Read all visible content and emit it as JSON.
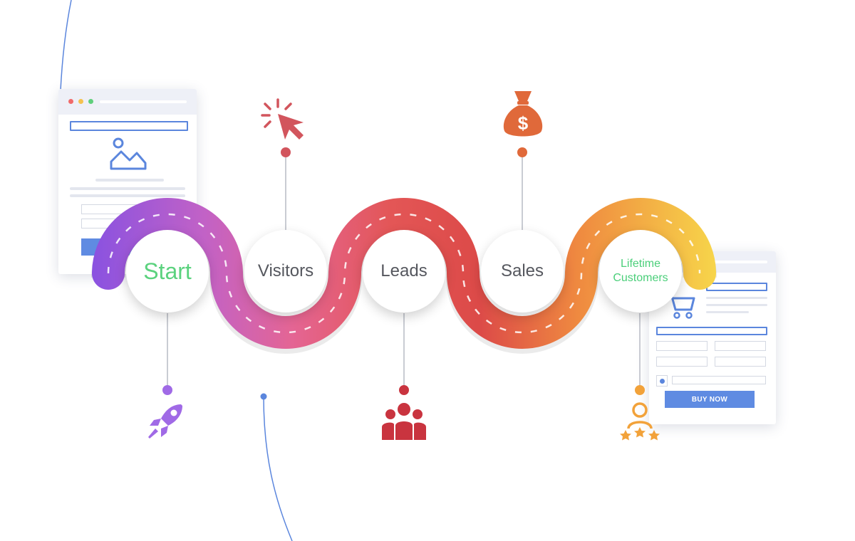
{
  "stages": [
    {
      "label": "Start",
      "color": "#5bd27e"
    },
    {
      "label": "Visitors",
      "color": "#55575e"
    },
    {
      "label": "Leads",
      "color": "#55575e"
    },
    {
      "label": "Sales",
      "color": "#55575e"
    },
    {
      "label_line1": "Lifetime",
      "label_line2": "Customers",
      "color": "#4bcf7a"
    }
  ],
  "icons": {
    "start": {
      "name": "rocket-icon",
      "color": "#a06ae6"
    },
    "visitors": {
      "name": "cursor-click-icon",
      "color": "#d2555d"
    },
    "leads": {
      "name": "group-people-icon",
      "color": "#c9343f"
    },
    "sales": {
      "name": "money-bag-icon",
      "color": "#e0693a"
    },
    "customers": {
      "name": "user-stars-icon",
      "color": "#f2a23a"
    }
  },
  "money_symbol": "$",
  "checkout_window": {
    "button_label": "BUY NOW"
  }
}
